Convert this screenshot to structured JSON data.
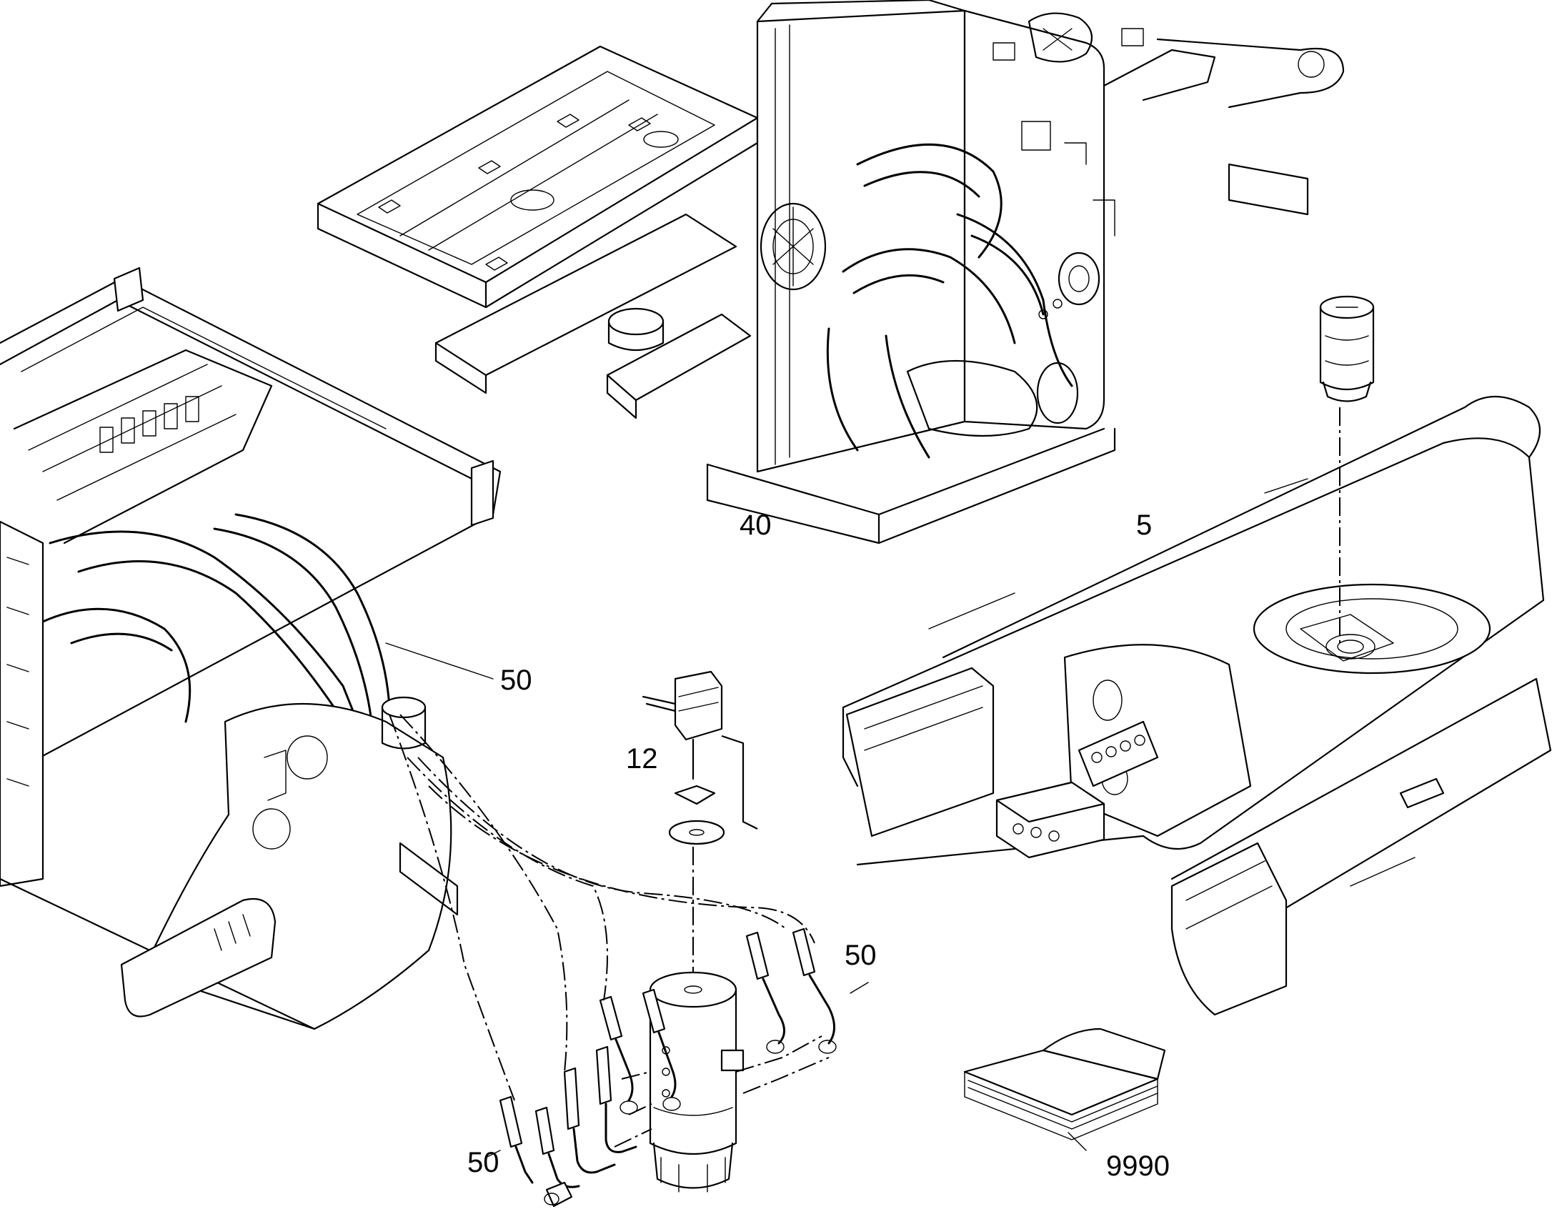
{
  "callouts": {
    "upper_frame_assembly": "40",
    "swivel_joint_mounted": "5",
    "hose_upper": "50",
    "hose_right": "50",
    "hose_lower_left": "50",
    "rotation_sensor": "12",
    "manual": "9990"
  },
  "colors": {
    "line": "#000000",
    "background": "#ffffff"
  }
}
